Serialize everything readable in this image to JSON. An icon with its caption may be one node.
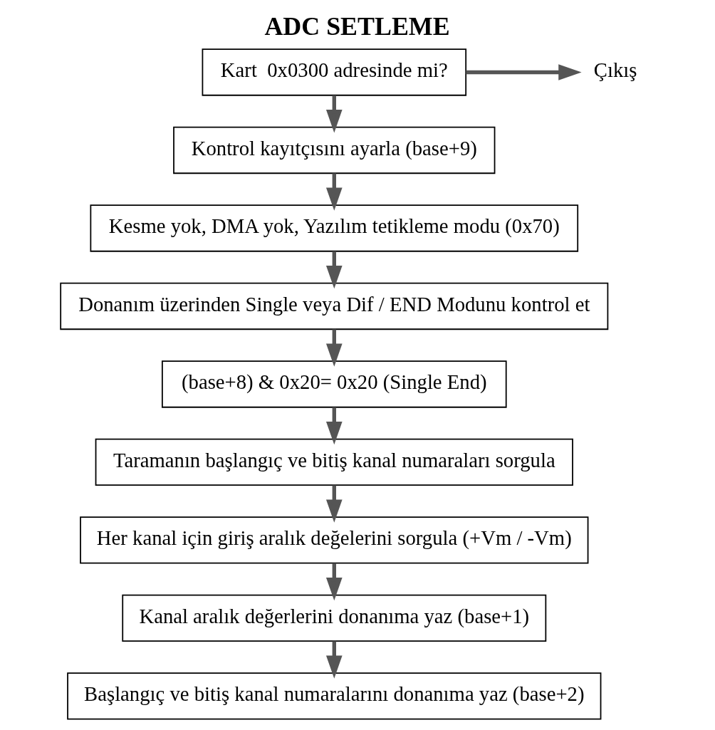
{
  "diagram": {
    "title": "ADC SETLEME",
    "nodes": [
      {
        "text": [
          "Kart  0x0300 adresinde mi?"
        ]
      },
      {
        "text": [
          "Çıkış"
        ]
      },
      {
        "text": [
          "Kontrol kayıtçısını ayarla (base+9)"
        ]
      },
      {
        "text": [
          "Kesme yok, DMA yok, Yazılım tetikleme modu (0x70)"
        ]
      },
      {
        "text": [
          "Donanım üzerinden Single veya Dif / END Modunu kontrol et"
        ]
      },
      {
        "text": [
          "(base+8) & 0x20= 0x20 (Single End)"
        ]
      },
      {
        "text": [
          "Taramanın başlangıç ve bitiş kanal numaraları sorgula"
        ]
      },
      {
        "text": [
          "Her kanal için giriş aralık değelerini sorgula (+Vm / -Vm)"
        ]
      },
      {
        "text": [
          "Kanal aralık değerlerini donanıma yaz (base+1)"
        ]
      },
      {
        "text": [
          "Başlangıç ve bitiş kanal numaralarını donanıma yaz (base+2)"
        ]
      }
    ],
    "edges": [
      {
        "from": 0,
        "to": 1,
        "arrow": "to"
      },
      {
        "from": 0,
        "to": 2,
        "arrow": "to"
      },
      {
        "from": 2,
        "to": 3,
        "arrow": "to"
      },
      {
        "from": 3,
        "to": 4,
        "arrow": "to"
      },
      {
        "from": 4,
        "to": 5,
        "arrow": "to"
      },
      {
        "from": 5,
        "to": 6,
        "arrow": "to"
      },
      {
        "from": 6,
        "to": 7,
        "arrow": "to"
      },
      {
        "from": 7,
        "to": 8,
        "arrow": "to"
      },
      {
        "from": 8,
        "to": 9,
        "arrow": "to"
      }
    ]
  }
}
